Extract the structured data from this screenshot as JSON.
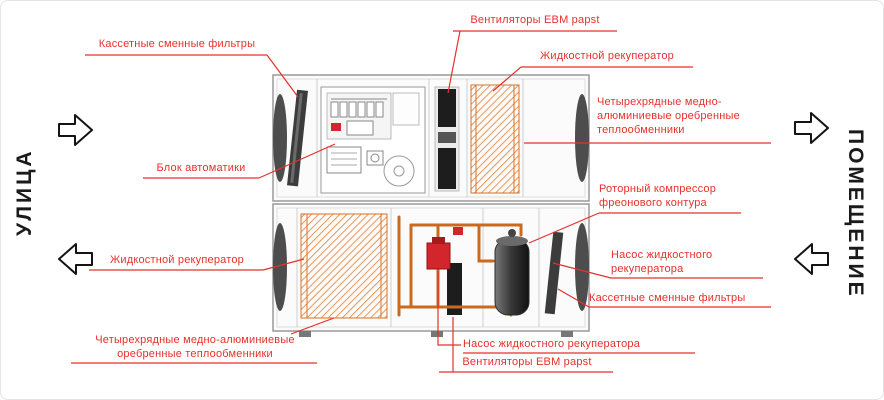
{
  "sides": {
    "left": {
      "label": "УЛИЦА"
    },
    "right": {
      "label": "ПОМЕЩЕНИЕ"
    }
  },
  "labels": {
    "fans_top": "Вентиляторы EBM papst",
    "filters_top": "Кассетные сменные фильтры",
    "recuperator_top": "Жидкостной рекуператор",
    "heat_exchangers_right": "Четырехрядные медно-алюминиевые оребренные теплообменники",
    "automation": "Блок автоматики",
    "compressor": "Роторный компрессор фреонового контура",
    "pump_right": "Насос жидкостного рекуператора",
    "filters_right": "Кассетные сменные фильтры",
    "recuperator_left": "Жидкостной рекуператор",
    "heat_exchangers_bottom": "Четырехрядные медно-алюминиевые оребренные теплообменники",
    "pump_bottom": "Насос жидкостного рекуператора",
    "fans_bottom": "Вентиляторы EBM papst"
  },
  "colors": {
    "label_red": "#e5312b",
    "coil_orange": "#e87d2f",
    "pipe_copper": "#c96a1e",
    "pump_red": "#d2262c",
    "side_text": "#1a1a1a"
  }
}
